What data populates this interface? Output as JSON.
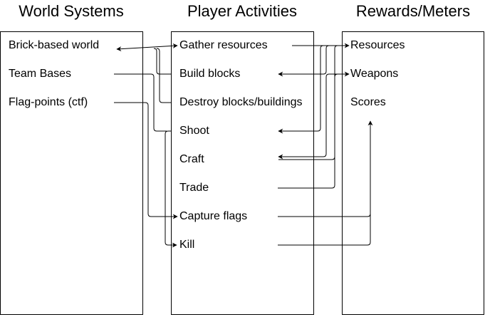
{
  "columns": [
    {
      "title": "World Systems",
      "items": [
        "Brick-based world",
        "Team Bases",
        "Flag-points (ctf)"
      ]
    },
    {
      "title": "Player Activities",
      "items": [
        "Gather resources",
        "Build blocks",
        "Destroy blocks/buildings",
        "Shoot",
        "Craft",
        "Trade",
        "Capture flags",
        "Kill"
      ]
    },
    {
      "title": "Rewards/Meters",
      "items": [
        "Resources",
        "Weapons",
        "Scores"
      ]
    }
  ],
  "colors": {
    "stroke": "#000000",
    "background": "#ffffff"
  }
}
